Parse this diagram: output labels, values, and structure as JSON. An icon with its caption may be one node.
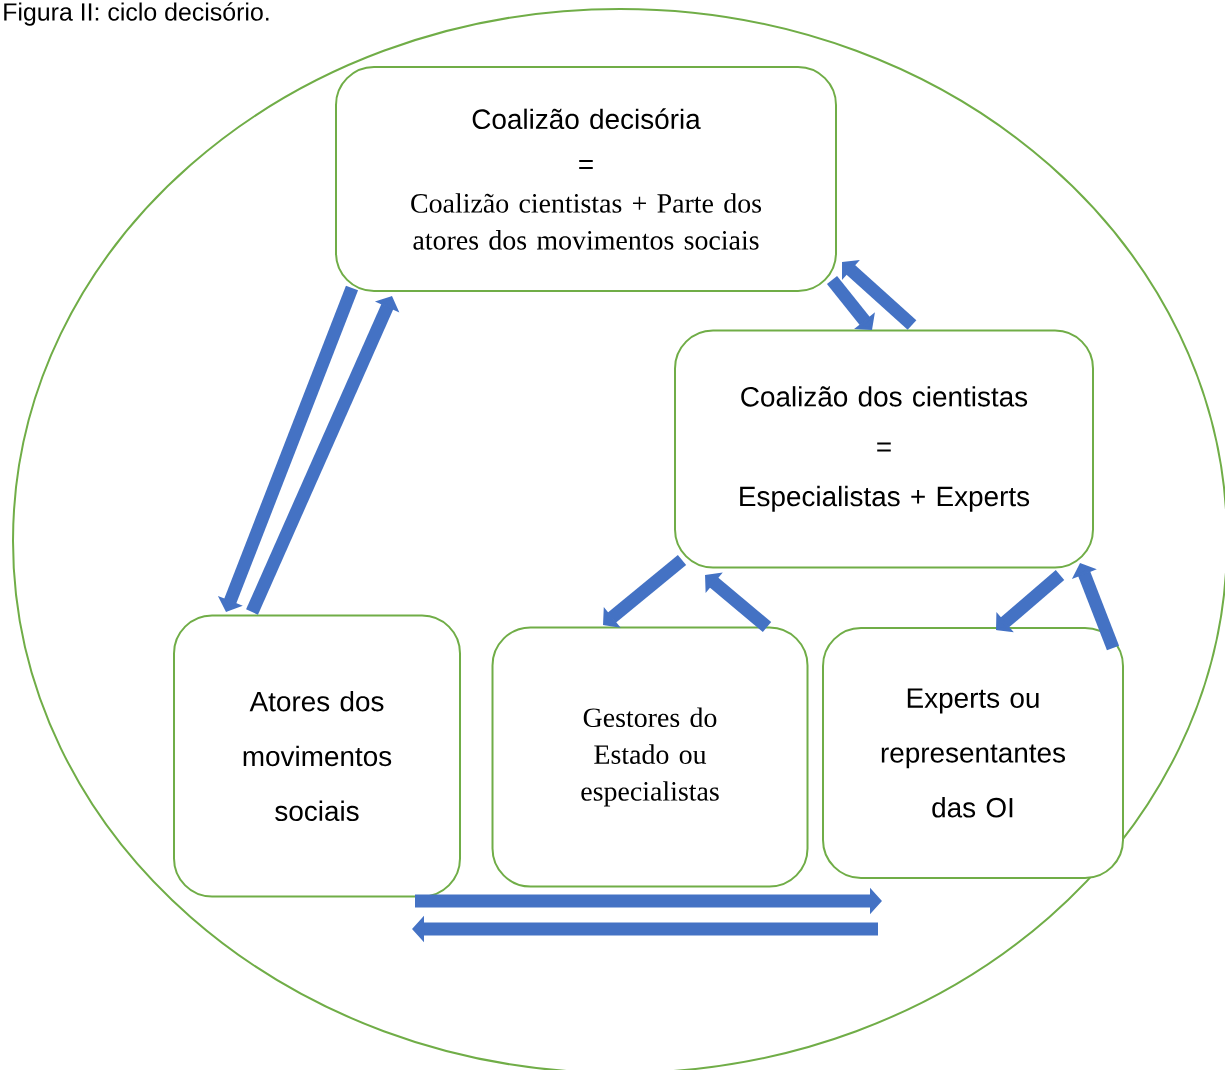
{
  "diagram": {
    "title": "Figura II: ciclo decisório.",
    "nodes": [
      {
        "text": [
          "Coalizão decisória",
          "=",
          "Coalizão cientistas + Parte dos atores dos movimentos sociais"
        ]
      },
      {
        "text": [
          "Coalizão dos cientistas",
          "=",
          "Especialistas + Experts"
        ]
      },
      {
        "text": [
          "Atores dos movimentos sociais"
        ]
      },
      {
        "text": [
          "Gestores do Estado ou especialistas"
        ]
      },
      {
        "text": [
          "Experts ou representantes das OI"
        ]
      }
    ],
    "edges": [
      {
        "from": 0,
        "to": 2,
        "arrow": "to"
      },
      {
        "from": 2,
        "to": 0,
        "arrow": "to"
      },
      {
        "from": 0,
        "to": 1,
        "arrow": "to"
      },
      {
        "from": 1,
        "to": 0,
        "arrow": "to"
      },
      {
        "from": 1,
        "to": 3,
        "arrow": "to"
      },
      {
        "from": 3,
        "to": 1,
        "arrow": "to"
      },
      {
        "from": 1,
        "to": 4,
        "arrow": "to"
      },
      {
        "from": 4,
        "to": 1,
        "arrow": "to"
      },
      {
        "from": 2,
        "to": 4,
        "arrow": "to"
      },
      {
        "from": 4,
        "to": 2,
        "arrow": "to"
      }
    ]
  }
}
